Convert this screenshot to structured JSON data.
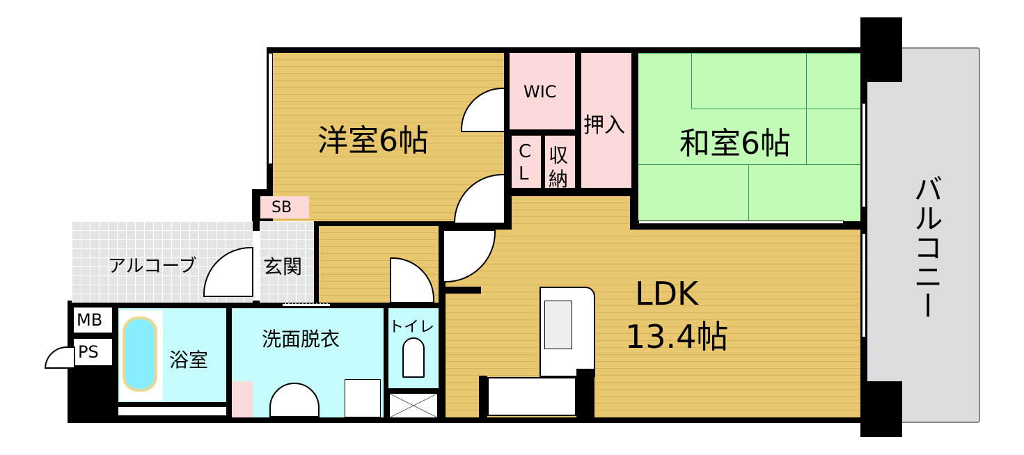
{
  "rooms": {
    "western": "洋室6帖",
    "wic": "WIC",
    "cl_c": "C",
    "cl_l": "L",
    "storage_1": "収",
    "storage_2": "納",
    "oshiire": "押入",
    "japanese": "和室6帖",
    "balcony": "バルコニー",
    "ldk": "LDK",
    "ldk_size": "13.4帖",
    "sb": "SB",
    "alcove": "アルコーブ",
    "entrance": "玄関",
    "mb": "MB",
    "ps": "PS",
    "bath": "浴室",
    "washroom": "洗面脱衣",
    "toilet": "トイレ"
  },
  "colors": {
    "wood": "#e9c76e",
    "pink": "#fddada",
    "green": "#c2fbb6",
    "aqua": "#c6fbfc",
    "tile": "#e4e4e4"
  }
}
